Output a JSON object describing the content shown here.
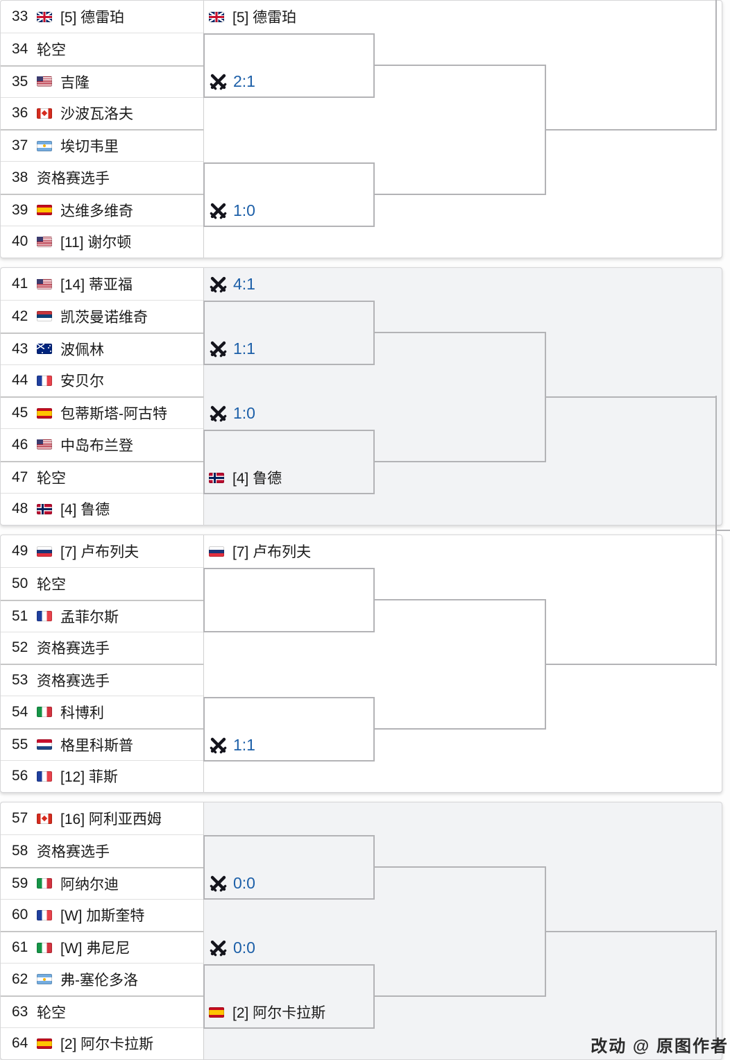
{
  "colors": {
    "bracket_line": "#b3b3b6",
    "link_blue": "#1c5fa8",
    "section_gray": "#f2f3f5"
  },
  "watermark": {
    "text": "改动 @ 原图作者"
  },
  "sections": [
    {
      "rows": [
        {
          "line": "33",
          "country": "gb",
          "name": "[5] 德雷珀"
        },
        {
          "line": "34",
          "name": "轮空"
        },
        {
          "line": "35",
          "country": "us",
          "name": "吉隆"
        },
        {
          "line": "36",
          "country": "ca",
          "name": "沙波瓦洛夫"
        },
        {
          "line": "37",
          "country": "ar",
          "name": "埃切韦里"
        },
        {
          "line": "38",
          "name": "资格赛选手"
        },
        {
          "line": "39",
          "country": "es",
          "name": "达维多维奇"
        },
        {
          "line": "40",
          "country": "us",
          "name": "[11] 谢尔顿"
        }
      ],
      "advancers": [
        {
          "type": "player",
          "country": "gb",
          "label": "[5] 德雷珀"
        },
        {
          "type": "h2h",
          "label": "2:1"
        },
        {
          "type": "h2h",
          "label": "1:0"
        }
      ]
    },
    {
      "rows": [
        {
          "line": "41",
          "country": "us",
          "name": "[14] 蒂亚福"
        },
        {
          "line": "42",
          "country": "rs",
          "name": "凯茨曼诺维奇"
        },
        {
          "line": "43",
          "country": "au",
          "name": "波佩林"
        },
        {
          "line": "44",
          "country": "fr",
          "name": "安贝尔"
        },
        {
          "line": "45",
          "country": "es",
          "name": "包蒂斯塔-阿古特"
        },
        {
          "line": "46",
          "country": "us",
          "name": "中岛布兰登"
        },
        {
          "line": "47",
          "name": "轮空"
        },
        {
          "line": "48",
          "country": "no",
          "name": "[4] 鲁德"
        }
      ],
      "advancers": [
        {
          "type": "h2h",
          "label": "4:1"
        },
        {
          "type": "h2h",
          "label": "1:1"
        },
        {
          "type": "h2h",
          "label": "1:0"
        },
        {
          "type": "player",
          "country": "no",
          "label": "[4] 鲁德"
        }
      ]
    },
    {
      "rows": [
        {
          "line": "49",
          "country": "ru",
          "name": "[7] 卢布列夫"
        },
        {
          "line": "50",
          "name": "轮空"
        },
        {
          "line": "51",
          "country": "fr",
          "name": "孟菲尔斯"
        },
        {
          "line": "52",
          "name": "资格赛选手"
        },
        {
          "line": "53",
          "name": "资格赛选手"
        },
        {
          "line": "54",
          "country": "it",
          "name": "科博利"
        },
        {
          "line": "55",
          "country": "nl",
          "name": "格里科斯普"
        },
        {
          "line": "56",
          "country": "fr",
          "name": "[12] 菲斯"
        }
      ],
      "advancers": [
        {
          "type": "player",
          "country": "ru",
          "label": "[7] 卢布列夫"
        },
        {
          "type": "h2h",
          "label": "1:1"
        }
      ]
    },
    {
      "rows": [
        {
          "line": "57",
          "country": "ca",
          "name": "[16] 阿利亚西姆"
        },
        {
          "line": "58",
          "name": "资格赛选手"
        },
        {
          "line": "59",
          "country": "it",
          "name": "阿纳尔迪"
        },
        {
          "line": "60",
          "country": "fr",
          "name": "[W] 加斯奎特"
        },
        {
          "line": "61",
          "country": "it",
          "name": "[W] 弗尼尼"
        },
        {
          "line": "62",
          "country": "ar",
          "name": "弗-塞伦多洛"
        },
        {
          "line": "63",
          "name": "轮空"
        },
        {
          "line": "64",
          "country": "es",
          "name": "[2] 阿尔卡拉斯"
        }
      ],
      "advancers": [
        {
          "type": "h2h",
          "label": "0:0"
        },
        {
          "type": "h2h",
          "label": "0:0"
        },
        {
          "type": "player",
          "country": "es",
          "label": "[2] 阿尔卡拉斯"
        }
      ]
    }
  ]
}
